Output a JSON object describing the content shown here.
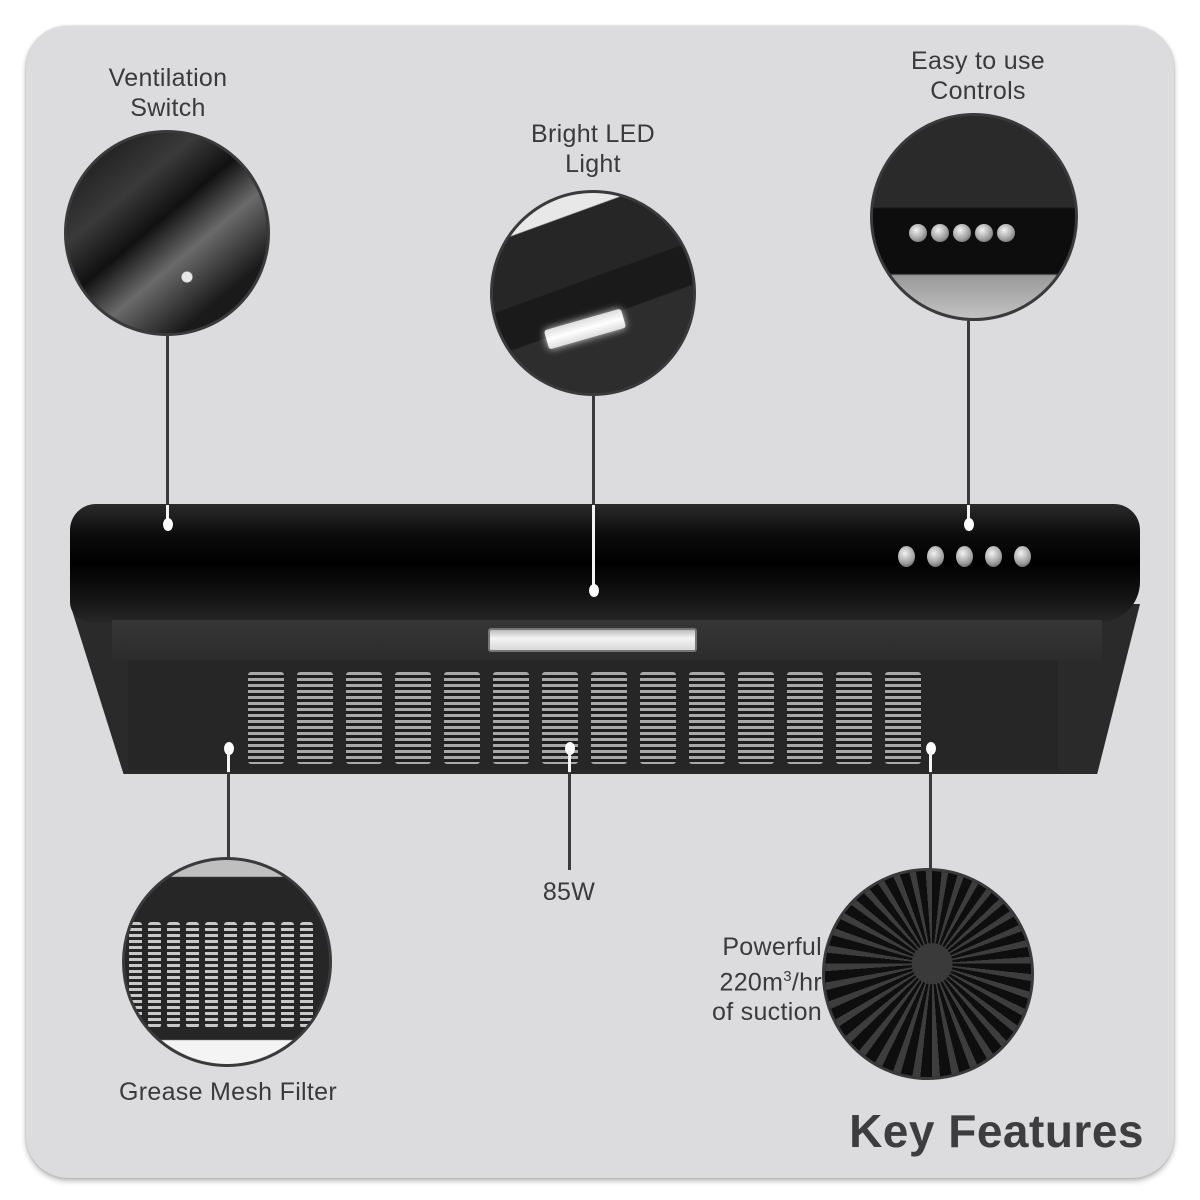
{
  "infographic": {
    "title": "Key Features",
    "features": [
      {
        "id": "ventilation",
        "label_line1": "Ventilation",
        "label_line2": "Switch",
        "icon": "ventilation-switch-closeup"
      },
      {
        "id": "led",
        "label_line1": "Bright LED",
        "label_line2": "Light",
        "icon": "led-light-closeup"
      },
      {
        "id": "controls",
        "label_line1": "Easy to use",
        "label_line2": "Controls",
        "icon": "control-buttons-closeup"
      },
      {
        "id": "filter",
        "label_line1": "Grease Mesh Filter",
        "icon": "grease-filter-closeup"
      },
      {
        "id": "power",
        "label_line1": "85W"
      },
      {
        "id": "suction",
        "label_line1": "Powerful",
        "label_line2_main": "220m",
        "label_line2_sup": "3",
        "label_line2_tail": "/hr",
        "label_line3": "of suction",
        "icon": "fan-closeup"
      }
    ],
    "product": {
      "name": "cooker-hood",
      "buttons": 5,
      "color": "#000000"
    },
    "colors": {
      "panel": "#dcdcde",
      "text": "#3a3a3c",
      "connector": "#3a3a3c",
      "background": "#ffffff"
    }
  }
}
